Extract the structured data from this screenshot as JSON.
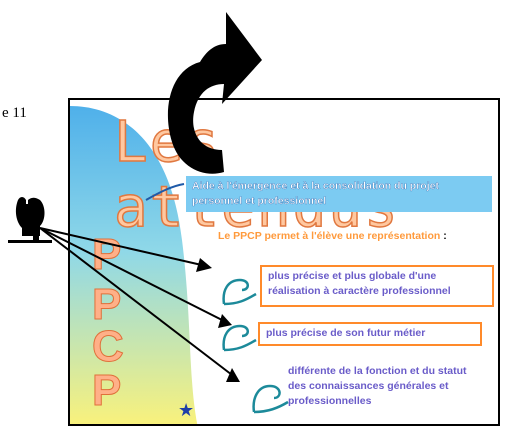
{
  "page_fragment": "e 11",
  "slide": {
    "title": "Les attendus",
    "info_box": "Aide à l'émergence et à la consolidation du projet personnel et  professionnel",
    "intro": "Le PPCP permet à l'élève une représentation",
    "intro_colon": " :",
    "items": [
      "plus précise et plus globale d'une réalisation à caractère professionnel",
      "plus précise de son futur métier",
      "différente de la fonction et du statut des connaissances générales et professionnelles"
    ],
    "ppcp_letters": [
      "P",
      "P",
      "C",
      "P"
    ]
  },
  "colors": {
    "title_fill": "#ffc8a0",
    "title_stroke": "#e07840",
    "info_box_bg": "#7ccbf2",
    "item_border": "#ff8a2a",
    "item_text": "#6a5cc9",
    "intro_text": "#ff9a3c",
    "blob_top": "#5bb8ee",
    "blob_bottom": "#f8f070"
  },
  "icons": [
    "curved-arrow-icon",
    "pointing-hand-icon",
    "curl-bullet-icon",
    "runner-icon"
  ]
}
